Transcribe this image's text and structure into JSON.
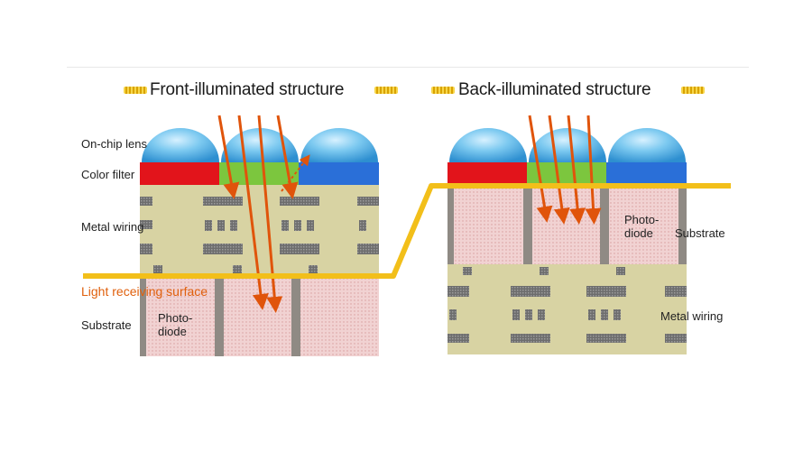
{
  "titles": {
    "front": "Front-illuminated structure",
    "back": "Back-illuminated structure"
  },
  "front_labels": {
    "lens": "On-chip lens",
    "filter": "Color filter",
    "wiring": "Metal wiring",
    "surface": "Light receiving surface",
    "substrate": "Substrate",
    "photo_line1": "Photo-",
    "photo_line2": "diode"
  },
  "back_labels": {
    "photo_line1": "Photo-",
    "photo_line2": "diode",
    "substrate": "Substrate",
    "wiring": "Metal wiring"
  },
  "colors": {
    "lens": "#5db7e6",
    "filter_red": "#e2141b",
    "filter_green": "#7cc63e",
    "filter_blue": "#2a6fd8",
    "wiring_bg": "#d8d3a3",
    "photodiode": "#f1d2d2",
    "separator": "#8f8a84",
    "surface_line": "#f2bf1a",
    "light_ray": "#e0540b",
    "surface_label": "#e0600d"
  },
  "icons": {
    "light": "arrow-down-icon",
    "decoration": "title-ornament-icon"
  }
}
